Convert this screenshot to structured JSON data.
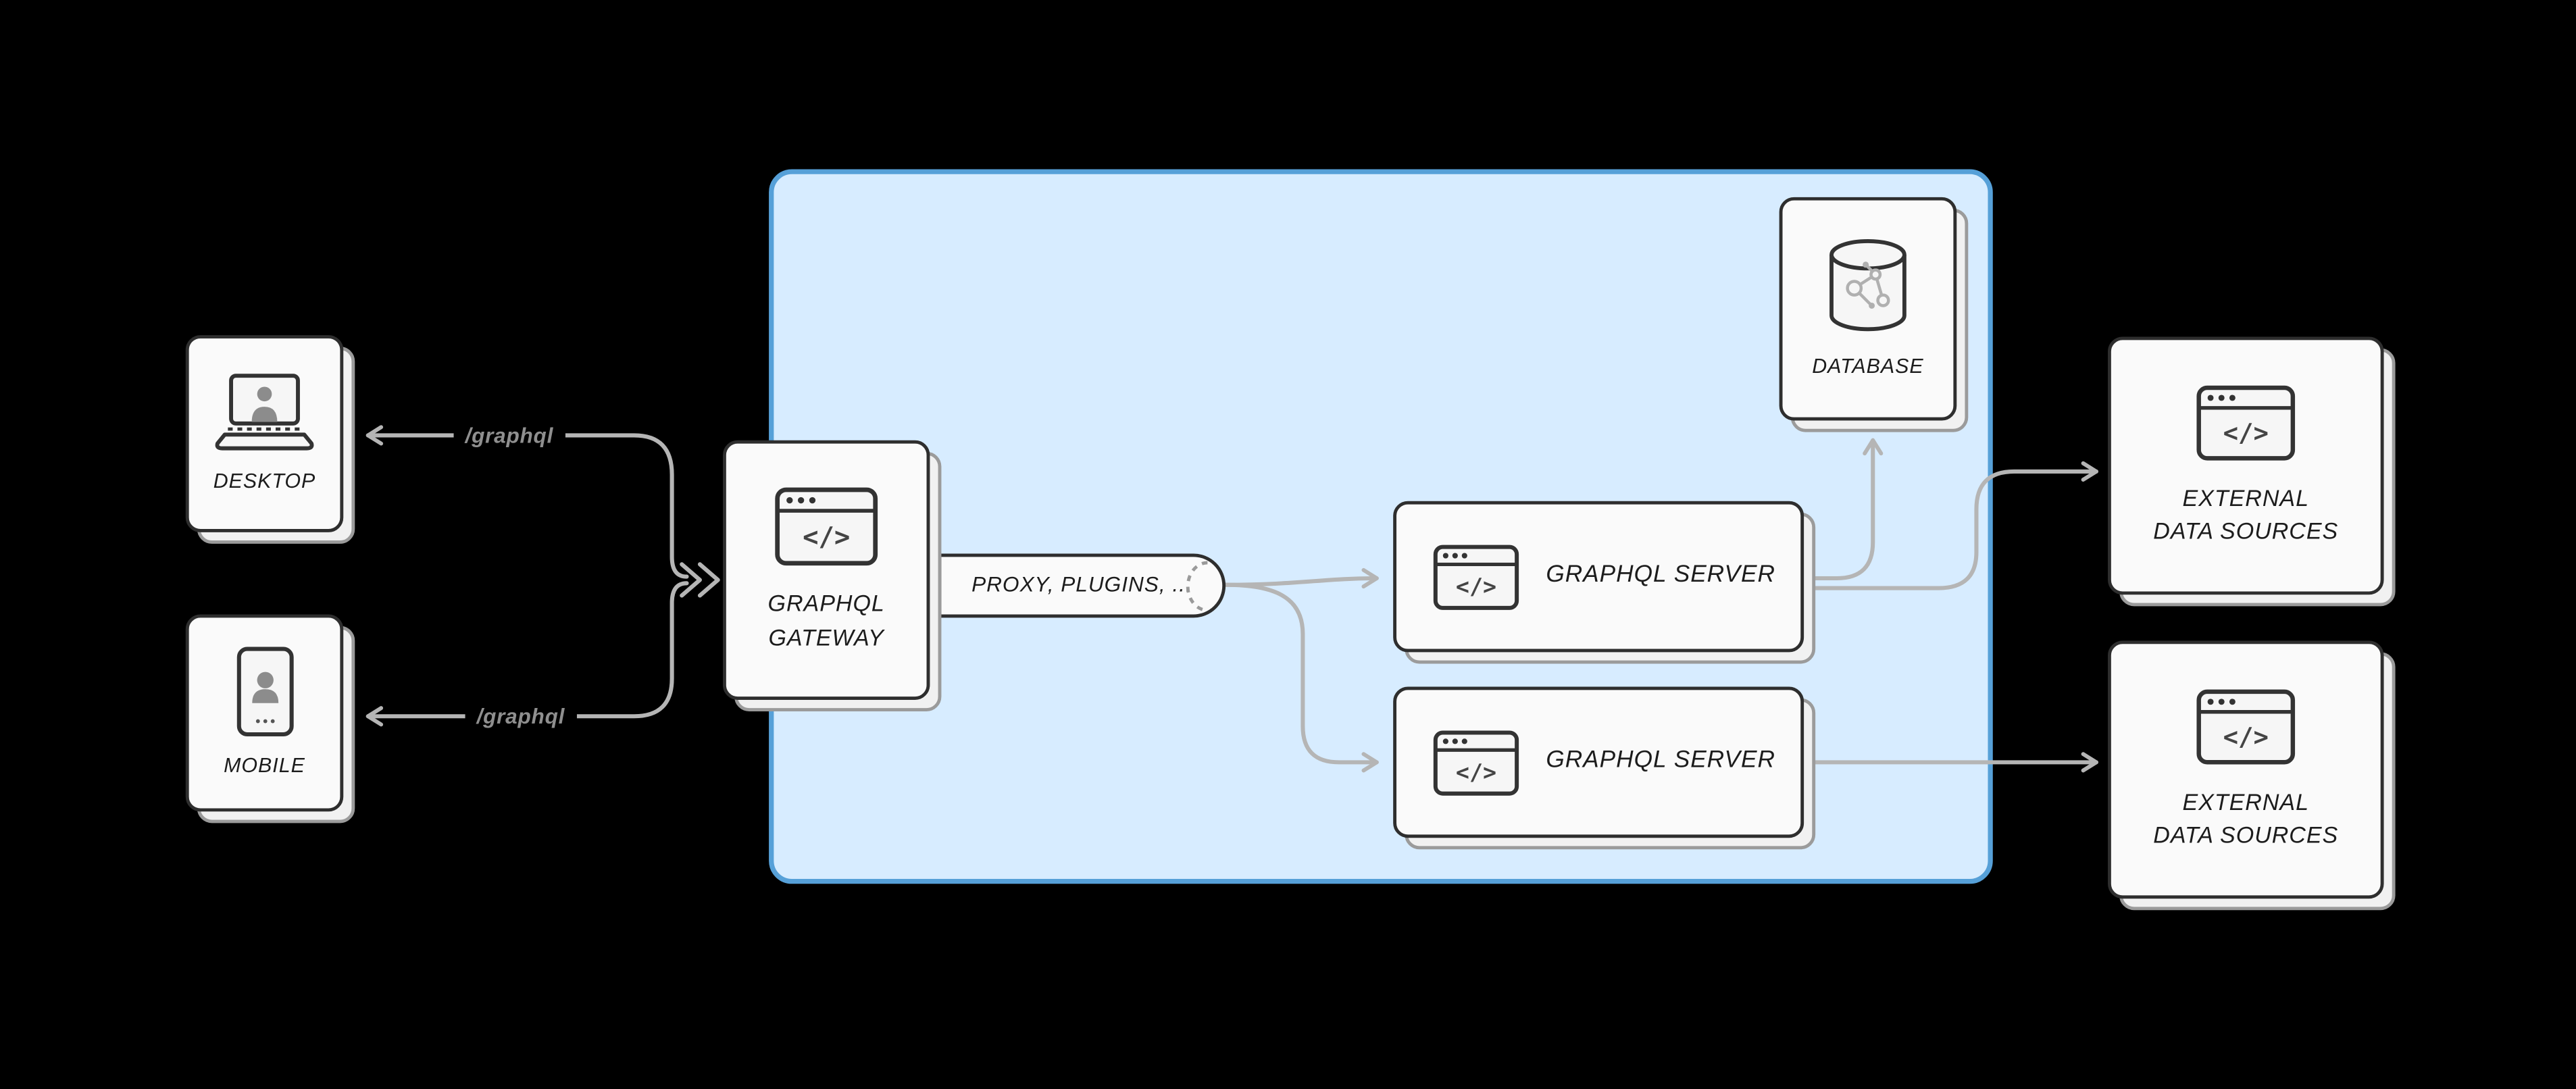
{
  "colors": {
    "background": "#000000",
    "cluster_fill": "#d7ecff",
    "cluster_border": "#56a0d8",
    "card_fill": "#fafafa",
    "card_border": "#2e2e2e",
    "stack_border": "#9b9b9b",
    "arrow": "#b5b5b5",
    "edge_label_text": "#8f8f8f",
    "node_label_text": "#1c1c1c"
  },
  "nodes": {
    "desktop": {
      "label": "DESKTOP",
      "icon": "laptop-user-icon"
    },
    "mobile": {
      "label": "MOBILE",
      "icon": "phone-user-icon"
    },
    "gateway": {
      "label_line1": "GRAPHQL",
      "label_line2": "GATEWAY",
      "icon": "code-browser-icon"
    },
    "proxy": {
      "label": "PROXY, PLUGINS, ..."
    },
    "server_top": {
      "label": "GRAPHQL SERVER",
      "icon": "code-browser-icon"
    },
    "server_bottom": {
      "label": "GRAPHQL SERVER",
      "icon": "code-browser-icon"
    },
    "database": {
      "label": "DATABASE",
      "icon": "database-icon"
    },
    "external_top": {
      "label_line1": "EXTERNAL",
      "label_line2": "DATA SOURCES",
      "icon": "code-browser-icon"
    },
    "external_bottom": {
      "label_line1": "EXTERNAL",
      "label_line2": "DATA SOURCES",
      "icon": "code-browser-icon"
    }
  },
  "edges": {
    "desktop_gateway": {
      "label": "/graphql"
    },
    "mobile_gateway": {
      "label": "/graphql"
    }
  },
  "glyphs": {
    "code": "</>"
  }
}
